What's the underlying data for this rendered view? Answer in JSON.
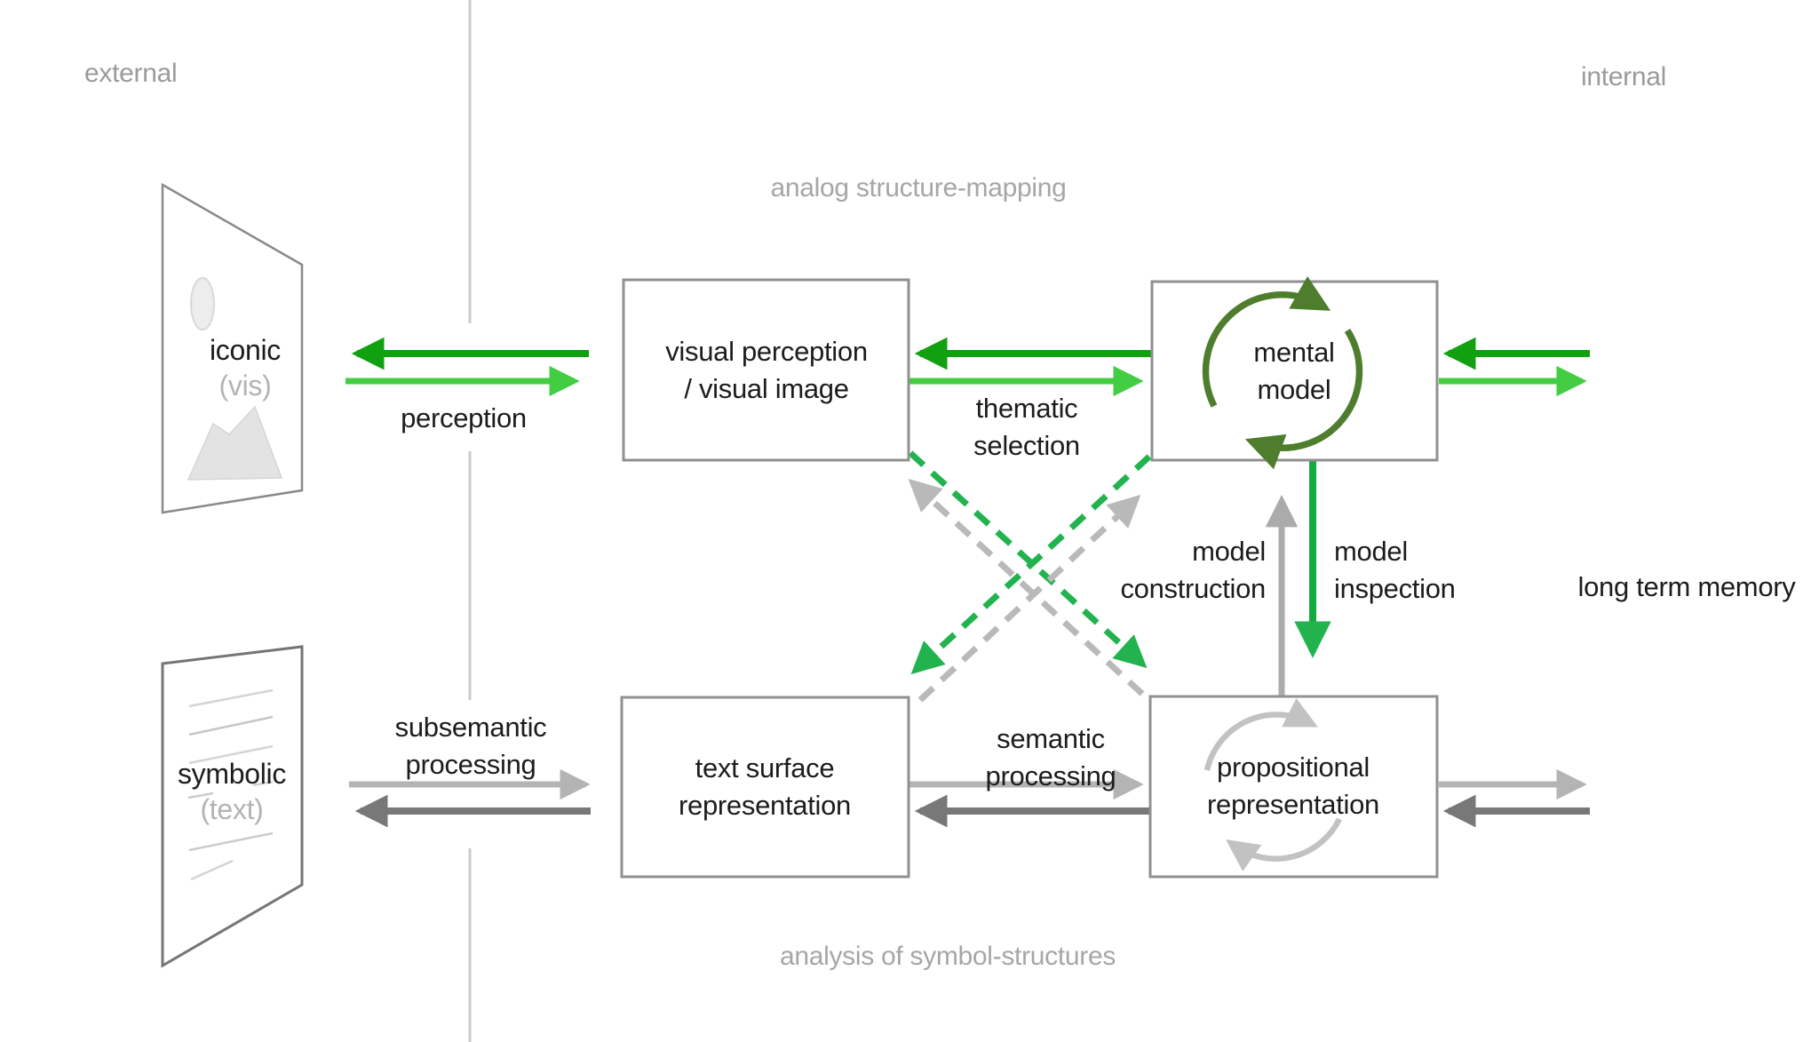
{
  "labels": {
    "external": "external",
    "internal": "internal",
    "analog_mapping": "analog structure-mapping",
    "symbol_analysis": "analysis of symbol-structures",
    "long_term_memory": "long term memory"
  },
  "sources": {
    "iconic": {
      "title": "iconic",
      "subtitle": "(vis)"
    },
    "symbolic": {
      "title": "symbolic",
      "subtitle": "(text)"
    }
  },
  "boxes": {
    "visual_perception": {
      "line1": "visual perception",
      "line2": "/ visual image"
    },
    "mental_model": {
      "line1": "mental",
      "line2": "model"
    },
    "text_surface": {
      "line1": "text surface",
      "line2": "representation"
    },
    "propositional": {
      "line1": "propositional",
      "line2": "representation"
    }
  },
  "processes": {
    "perception": "perception",
    "thematic_selection": {
      "line1": "thematic",
      "line2": "selection"
    },
    "subsemantic_processing": {
      "line1": "subsemantic",
      "line2": "processing"
    },
    "semantic_processing": {
      "line1": "semantic",
      "line2": "processing"
    },
    "model_construction": {
      "line1": "model",
      "line2": "construction"
    },
    "model_inspection": {
      "line1": "model",
      "line2": "inspection"
    }
  },
  "icons": {
    "mental_model_cycle": "cycle-arrows-icon",
    "propositional_cycle": "cycle-arrows-icon",
    "iconic_source": "picture-panel-icon",
    "symbolic_source": "text-page-icon"
  },
  "colors": {
    "arrow_green_dark": "#10a010",
    "arrow_green_light": "#42cd42",
    "arrow_green_dashed": "#22b34e",
    "arrow_gray_light": "#b4b4b4",
    "arrow_gray_dark": "#787878",
    "arrow_gray_dashed": "#b9b9b9",
    "arrow_gray_up": "#ababab",
    "cycle_green": "#4f7d2e",
    "cycle_gray": "#c2c2c2",
    "box_border": "#909090",
    "divider": "#cbcbcb",
    "text_primary": "#1c1c1c",
    "text_muted": "#a3a3a3"
  }
}
